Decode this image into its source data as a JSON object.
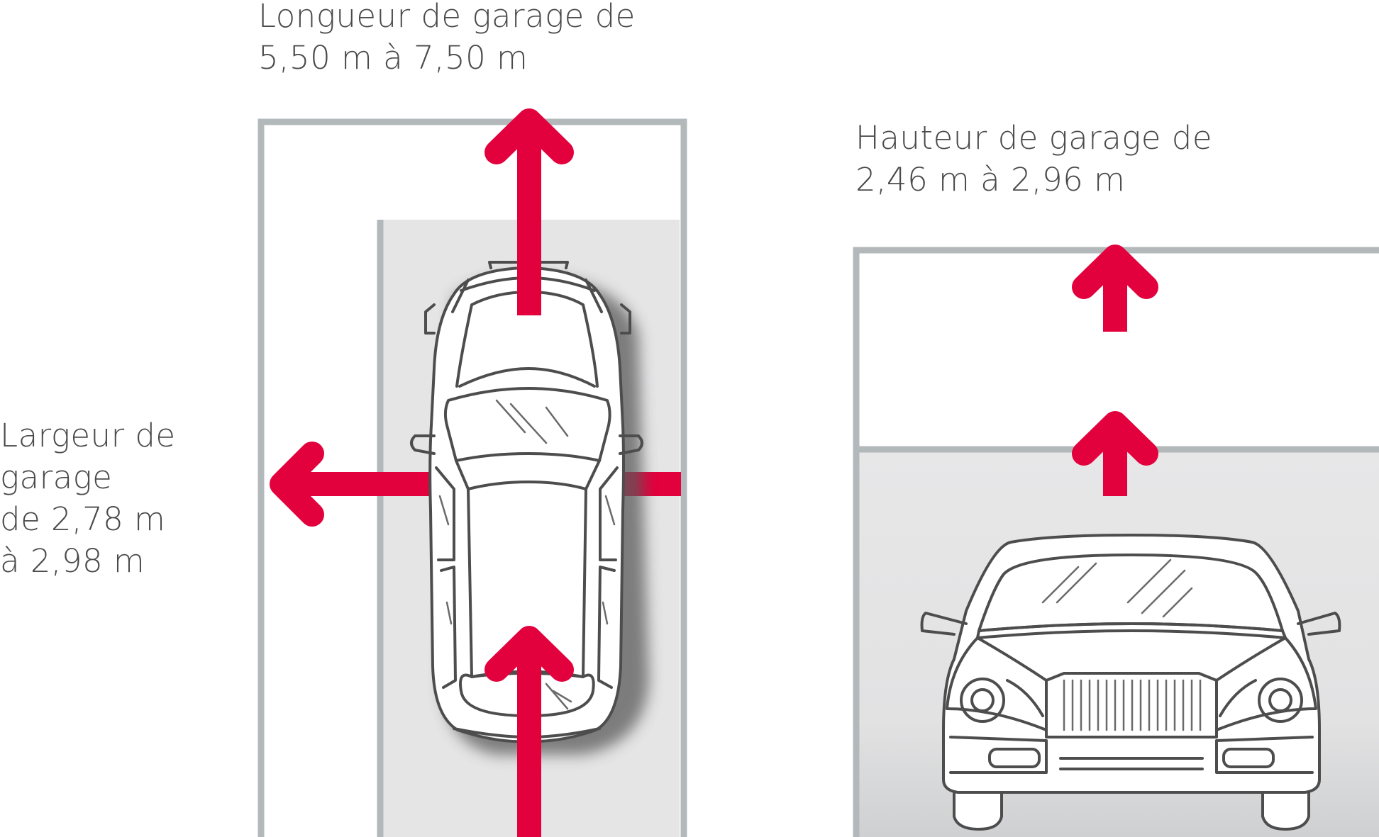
{
  "labels": {
    "length": {
      "line1": "Longueur de garage de",
      "line2": "5,50 m à 7,50 m"
    },
    "height": {
      "line1": "Hauteur de garage de",
      "line2": "2,46 m à 2,96 m"
    },
    "width": {
      "line1": "Largeur de",
      "line2": "garage",
      "line3": "de 2,78 m",
      "line4": "à 2,98 m"
    }
  },
  "colors": {
    "arrow": "#e2003d",
    "frame": "#b3b8bb",
    "floor": "#e5e5e6",
    "text": "#4a4a4a",
    "car_outline": "#4d4d4d"
  },
  "icons": [
    "car-top-view-icon",
    "car-front-view-icon",
    "arrow-up-icon",
    "arrow-left-icon"
  ]
}
